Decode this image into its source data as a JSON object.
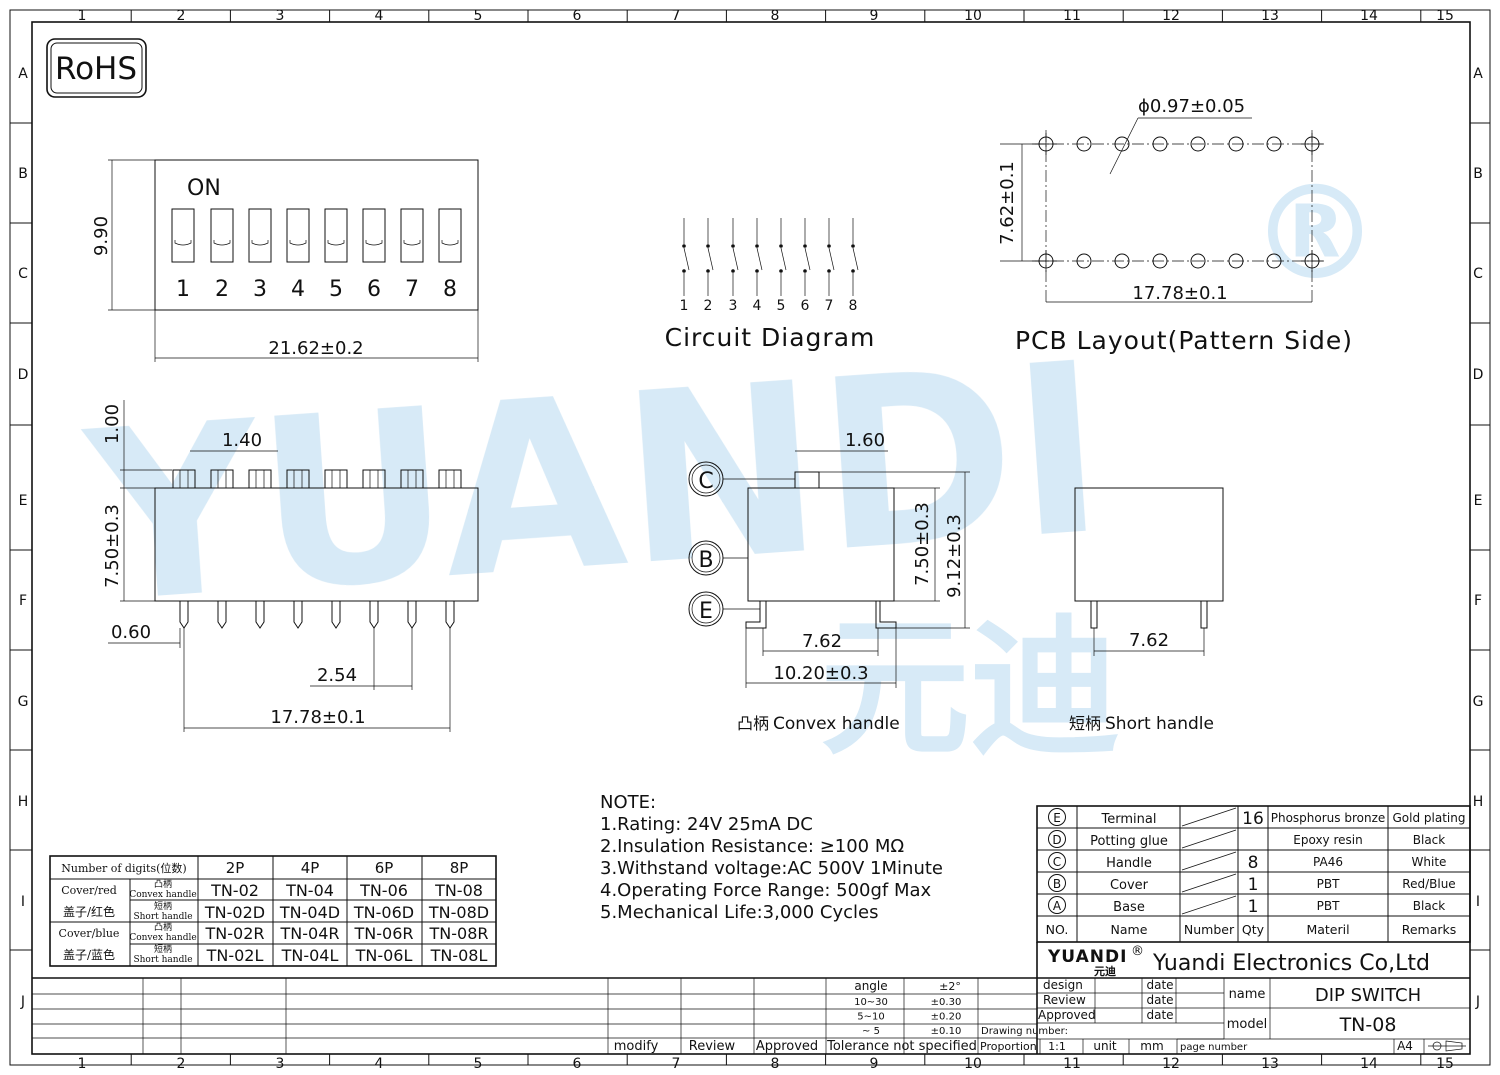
{
  "rohs": "RoHS",
  "watermark": {
    "brand": "YUANDI",
    "cn": "元迪",
    "reg": "®",
    "color": "#4a9fd8",
    "accent": "#7bbf5a"
  },
  "grid": {
    "cols": [
      "1",
      "2",
      "3",
      "4",
      "5",
      "6",
      "7",
      "8",
      "9",
      "10",
      "11",
      "12",
      "13",
      "14",
      "15"
    ],
    "rows": [
      "A",
      "B",
      "C",
      "D",
      "E",
      "F",
      "G",
      "H",
      "I",
      "J"
    ]
  },
  "top_view": {
    "on_label": "ON",
    "switch_numbers": [
      "1",
      "2",
      "3",
      "4",
      "5",
      "6",
      "7",
      "8"
    ],
    "height": "9.90",
    "width": "21.62±0.2"
  },
  "circuit": {
    "numbers": [
      "1",
      "2",
      "3",
      "4",
      "5",
      "6",
      "7",
      "8"
    ],
    "title": "Circuit  Diagram"
  },
  "pcb": {
    "hole": "ϕ0.97±0.05",
    "pitch_y": "7.62±0.1",
    "span_x": "17.78±0.1",
    "title": "PCB  Layout(Pattern  Side)"
  },
  "front_view": {
    "d_top": "1.00",
    "d_knob": "1.40",
    "body_h": "7.50±0.3",
    "pin_w": "0.60",
    "pitch": "2.54",
    "span": "17.78±0.1"
  },
  "convex_view": {
    "knob_w": "1.60",
    "body_h": "7.50±0.3",
    "total_h": "9.12±0.3",
    "row": "7.62",
    "width": "10.20±0.3",
    "label_cn": "凸柄",
    "label": "Convex  handle",
    "markers": [
      "C",
      "B",
      "E"
    ]
  },
  "short_view": {
    "row": "7.62",
    "label_cn": "短柄",
    "label": "Short  handle"
  },
  "notes": [
    "NOTE:",
    "1.Rating:  24V  25mA  DC",
    "2.Insulation  Resistance: ≥100  MΩ",
    "3.Withstand  voltage:AC  500V  1Minute",
    "4.Operating  Force  Range:  500gf  Max",
    "5.Mechanical  Life:3,000  Cycles"
  ],
  "model_table": {
    "header": [
      "Number of digits(位数)",
      "2P",
      "4P",
      "6P",
      "8P"
    ],
    "groups": [
      {
        "cover": "Cover/red",
        "cover_cn": "盖子/红色",
        "rows": [
          {
            "h_cn": "凸柄",
            "h": "Convex handle",
            "cells": [
              "TN-02",
              "TN-04",
              "TN-06",
              "TN-08"
            ]
          },
          {
            "h_cn": "短柄",
            "h": "Short handle",
            "cells": [
              "TN-02D",
              "TN-04D",
              "TN-06D",
              "TN-08D"
            ]
          }
        ]
      },
      {
        "cover": "Cover/blue",
        "cover_cn": "盖子/蓝色",
        "rows": [
          {
            "h_cn": "凸柄",
            "h": "Convex handle",
            "cells": [
              "TN-02R",
              "TN-04R",
              "TN-06R",
              "TN-08R"
            ]
          },
          {
            "h_cn": "短柄",
            "h": "Short handle",
            "cells": [
              "TN-02L",
              "TN-04L",
              "TN-06L",
              "TN-08L"
            ]
          }
        ]
      }
    ]
  },
  "bom": {
    "rows": [
      {
        "no": "E",
        "name": "Terminal",
        "number": "",
        "qty": "16",
        "material": "Phosphorus bronze",
        "remarks": "Gold plating"
      },
      {
        "no": "D",
        "name": "Potting glue",
        "number": "",
        "qty": "",
        "material": "Epoxy resin",
        "remarks": "Black"
      },
      {
        "no": "C",
        "name": "Handle",
        "number": "",
        "qty": "8",
        "material": "PA46",
        "remarks": "White"
      },
      {
        "no": "B",
        "name": "Cover",
        "number": "",
        "qty": "1",
        "material": "PBT",
        "remarks": "Red/Blue"
      },
      {
        "no": "A",
        "name": "Base",
        "number": "",
        "qty": "1",
        "material": "PBT",
        "remarks": "Black"
      }
    ],
    "header": {
      "no": "NO.",
      "name": "Name",
      "number": "Number",
      "qty": "Qty",
      "material": "Materil",
      "remarks": "Remarks"
    }
  },
  "company": "Yuandi Electronics Co,Ltd",
  "title_block": {
    "tol_header": [
      "angle",
      "±2°"
    ],
    "tol_rows": [
      [
        "10~30",
        "±0.30"
      ],
      [
        "5~10",
        "±0.20"
      ],
      [
        "~ 5",
        "±0.10"
      ]
    ],
    "tol_foot": "Tolerance  not  specified",
    "bottom_labels": [
      "modify",
      "Review",
      "Approved"
    ],
    "design": "design",
    "review": "Review",
    "approved": "Approved",
    "date": "date",
    "drawing_number": "Drawing number:",
    "proportion": "Proportion",
    "scale": "1:1",
    "unit": "unit",
    "unit_val": "mm",
    "page_number": "page number",
    "size": "A4",
    "name_label": "name",
    "name_val": "DIP  SWITCH",
    "model_label": "model",
    "model_val": "TN-08"
  }
}
